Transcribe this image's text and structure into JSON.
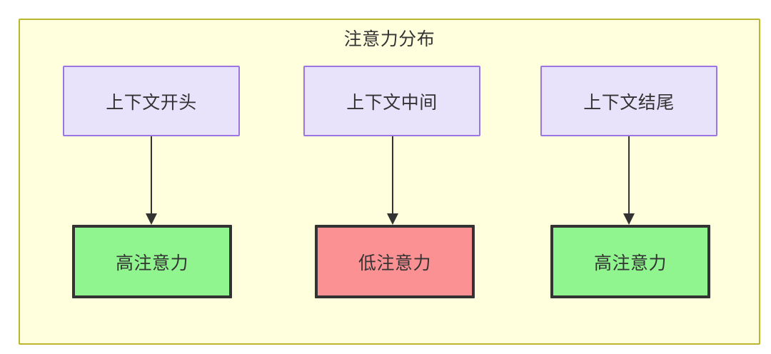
{
  "diagram": {
    "title": "注意力分布",
    "container": {
      "fill": "#ffffdd",
      "border": "#bcb62e"
    },
    "nodes": {
      "top": [
        {
          "id": "context-start",
          "label": "上下文开头",
          "fill": "#e8e2fb",
          "border": "#9b76e0"
        },
        {
          "id": "context-middle",
          "label": "上下文中间",
          "fill": "#e8e2fb",
          "border": "#9b76e0"
        },
        {
          "id": "context-end",
          "label": "上下文结尾",
          "fill": "#e8e2fb",
          "border": "#9b76e0"
        }
      ],
      "bottom": [
        {
          "id": "high-attention-start",
          "label": "高注意力",
          "fill": "#90f58f",
          "border": "#333333"
        },
        {
          "id": "low-attention-middle",
          "label": "低注意力",
          "fill": "#fb9193",
          "border": "#333333"
        },
        {
          "id": "high-attention-end",
          "label": "高注意力",
          "fill": "#90f58f",
          "border": "#333333"
        }
      ]
    },
    "edges": [
      {
        "id": "edge-start",
        "from": "context-start",
        "to": "high-attention-start",
        "arrow": "arrow-down-icon"
      },
      {
        "id": "edge-middle",
        "from": "context-middle",
        "to": "low-attention-middle",
        "arrow": "arrow-down-icon"
      },
      {
        "id": "edge-end",
        "from": "context-end",
        "to": "high-attention-end",
        "arrow": "arrow-down-icon"
      }
    ]
  }
}
